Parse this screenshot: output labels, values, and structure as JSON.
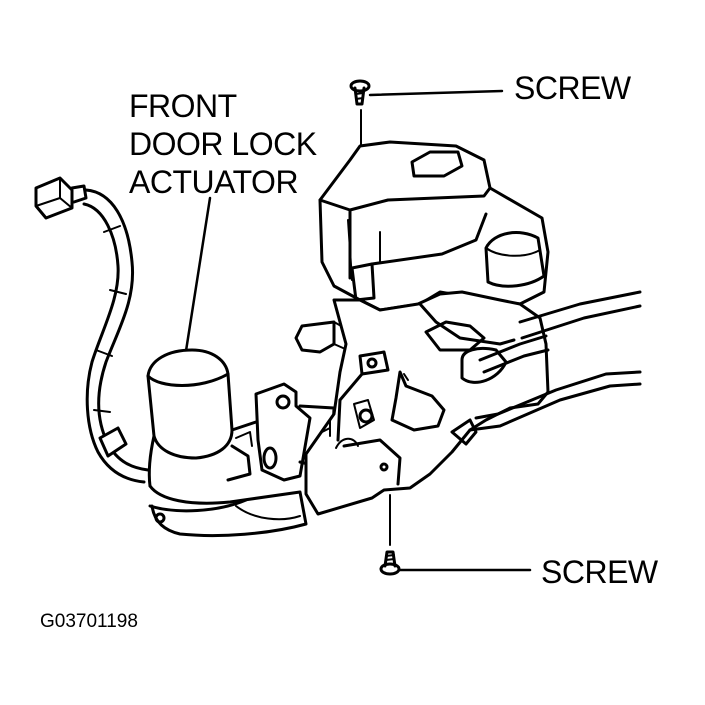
{
  "diagram": {
    "component_label": [
      "FRONT",
      "DOOR LOCK",
      "ACTUATOR"
    ],
    "screw_top_label": "SCREW",
    "screw_bottom_label": "SCREW",
    "figure_code": "G03701198"
  },
  "colors": {
    "ink": "#000000",
    "paper": "#ffffff"
  }
}
